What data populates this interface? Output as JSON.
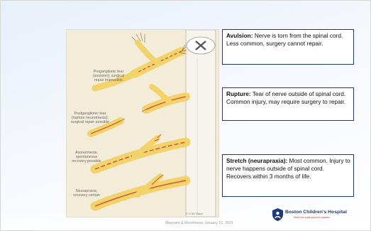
{
  "diagram": {
    "labels": {
      "preganglionic": "Preganglionic tear (avulsion); surgical repair impossible",
      "postganglionic": "Postganglionic tear (rupture neurotmesis); surgical repair possible",
      "axonotmesis": "Axonotmesis; spontaneous recovery possible",
      "neurapraxia": "Neurapraxia; recovery certain"
    },
    "copyright": "© CCBY Baton"
  },
  "callouts": {
    "avulsion": {
      "term": "Avulsion:",
      "line1": "Nerve is torn from the spinal cord.",
      "line2": "Less common, surgery cannot repair."
    },
    "rupture": {
      "term": "Rupture:",
      "text": "Tear of nerve outside of spinal cord. Common injury, may require surgery to repair."
    },
    "stretch": {
      "term": "Stretch (neurapraxia):",
      "line1": "Most common. Injury to nerve happens outside of spinal cord.",
      "line2": "Recovers within 3 months of life."
    }
  },
  "footer": {
    "citation": "Maynard & Morehouse January 21, 2021"
  },
  "logo": {
    "name": "Boston Children's Hospital",
    "tagline": "Where the world comes for answers"
  },
  "colors": {
    "callout_border": "#1f3a78",
    "nerve": "#f2d36b",
    "nerve_core": "#d64a2a",
    "diagram_bg": "#f3ecd9"
  }
}
